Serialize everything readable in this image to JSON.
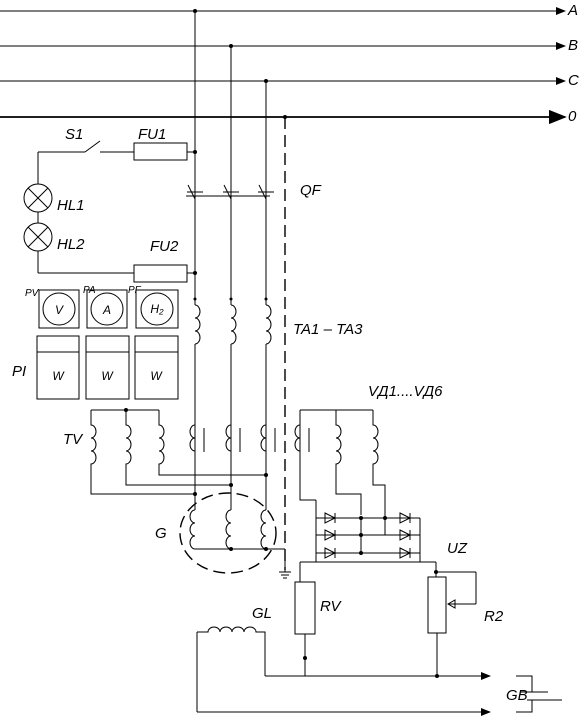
{
  "bus_labels": {
    "a": "A",
    "b": "B",
    "c": "C",
    "n": "0"
  },
  "labels": {
    "s1": "S1",
    "fu1": "FU1",
    "hl1": "HL1",
    "hl2": "HL2",
    "fu2": "FU2",
    "qf": "QF",
    "ta": "TA1 – TA3",
    "pi": "PI",
    "tv": "TV",
    "vd": "VД1....VД6",
    "g": "G",
    "uz": "UZ",
    "rv": "RV",
    "r2": "R2",
    "gl": "GL",
    "gb": "GB"
  },
  "meters": {
    "pv": {
      "tag": "PV",
      "symbol": "V"
    },
    "pa": {
      "tag": "PA",
      "symbol": "A"
    },
    "pf": {
      "tag": "PF",
      "symbol": "H₂"
    }
  },
  "wattmeters": [
    "W",
    "W",
    "W"
  ]
}
